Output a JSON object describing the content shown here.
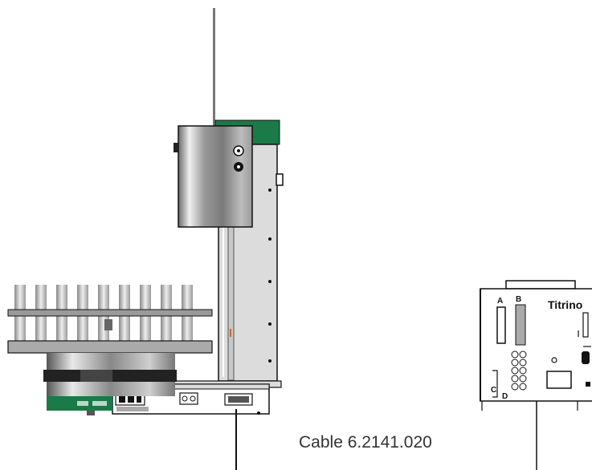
{
  "caption": "Cable 6.2141.020",
  "device": {
    "name": "Titrino",
    "sockets": [
      "A",
      "B",
      "C",
      "D"
    ]
  },
  "colors": {
    "accent_green": "#1a7a48",
    "frame_grey": "#dcdcdc",
    "outline": "#111111"
  }
}
